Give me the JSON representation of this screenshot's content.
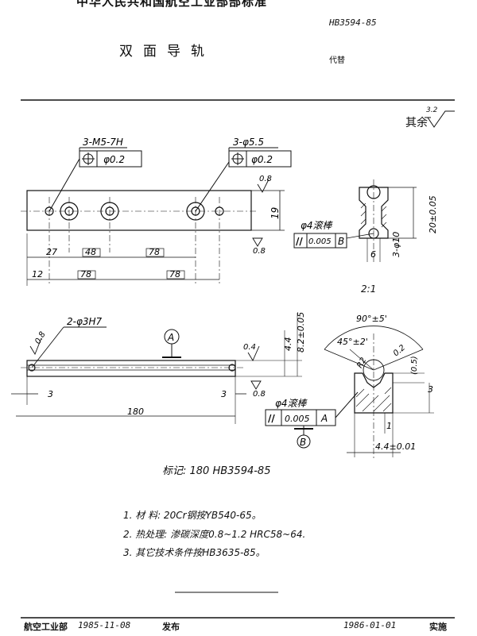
{
  "header": {
    "standard_org": "中华人民共和国航空工业部部标准",
    "code": "HB3594-85",
    "title": "双面导轨",
    "replaces": "代替"
  },
  "roughness": {
    "label": "其余",
    "value": "3.2"
  },
  "view1": {
    "callout_left_label": "3-M5-7H",
    "callout_left_tol": "φ0.2",
    "callout_right_label": "3-φ5.5",
    "callout_right_tol": "φ0.2",
    "rough_top": "0.8",
    "rough_bottom": "0.8",
    "height": "19",
    "dims": [
      "27",
      "48",
      "78",
      "12",
      "78",
      "78"
    ]
  },
  "section_view": {
    "rod_label": "φ4滚棒",
    "fcf_symbol": "//",
    "fcf_value": "0.005",
    "fcf_datum": "B",
    "height": "20±0.05",
    "hole": "3-φ10",
    "depth": "6"
  },
  "scale": "2:1",
  "view2": {
    "hole_label": "2-φ3H7",
    "rough_left": "0.8",
    "rough_right1": "0.4",
    "rough_right2": "0.8",
    "height1": "4.4",
    "height2": "8.2±0.05",
    "datum_a": "A",
    "datum_b": "B",
    "rod_label": "φ4滚棒",
    "fcf_symbol": "//",
    "fcf_value": "0.005",
    "fcf_datum": "A",
    "dim_left": "3",
    "dim_right": "3",
    "length": "180"
  },
  "detail": {
    "angle_top": "90°±5'",
    "angle_side": "45°±2'",
    "radius": "0.2",
    "radius2": "R2",
    "gap": "(0.5)",
    "dim_3": "3",
    "dim_1": "1",
    "width": "4.4±0.01"
  },
  "marking": "标记: 180  HB3594-85",
  "notes": [
    "1.  材  料: 20Cr钢按YB540-65。",
    "2.  热处理: 渗碳深度0.8~1.2  HRC58~64.",
    "3.  其它技术条件按HB3635-85。"
  ],
  "footer": {
    "issuer": "航空工业部",
    "issue_date": "1985-11-08",
    "issued": "发布",
    "effective_date": "1986-01-01",
    "effective": "实施"
  }
}
